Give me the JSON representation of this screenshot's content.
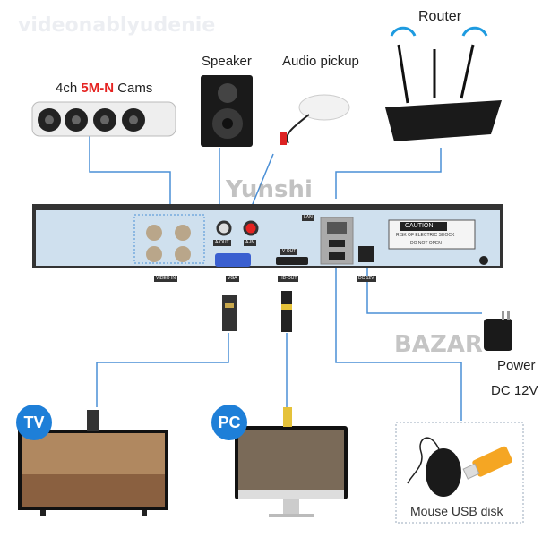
{
  "watermark_top": "videonablyudenie",
  "watermark_center": "Yunshi",
  "watermark_corner": "BAZAR",
  "cams": {
    "prefix": "4ch ",
    "highlight": "5M-N",
    "suffix": " Cams"
  },
  "speaker_label": "Speaker",
  "audio_label": "Audio pickup",
  "router_label": "Router",
  "power_label": "Power",
  "power_spec": "DC 12V",
  "tv_badge": "TV",
  "pc_badge": "PC",
  "usb_label": "Mouse  USB disk",
  "dvr": {
    "video_in": "VIDEO IN",
    "a_out": "A-OUT",
    "a_in": "A-IN",
    "vga": "VGA",
    "v_out": "V-OUT",
    "hd_out": "HD-OUT",
    "lan": "LAN",
    "dc": "DC 12V",
    "caution": "CAUTION",
    "caution_line1": "RISK OF ELECTRIC SHOCK",
    "caution_line2": "DO NOT OPEN"
  },
  "colors": {
    "line": "#4a8fd6",
    "accent": "#e52321",
    "badge": "#1e7fd8",
    "panel": "#cfe0ee"
  }
}
